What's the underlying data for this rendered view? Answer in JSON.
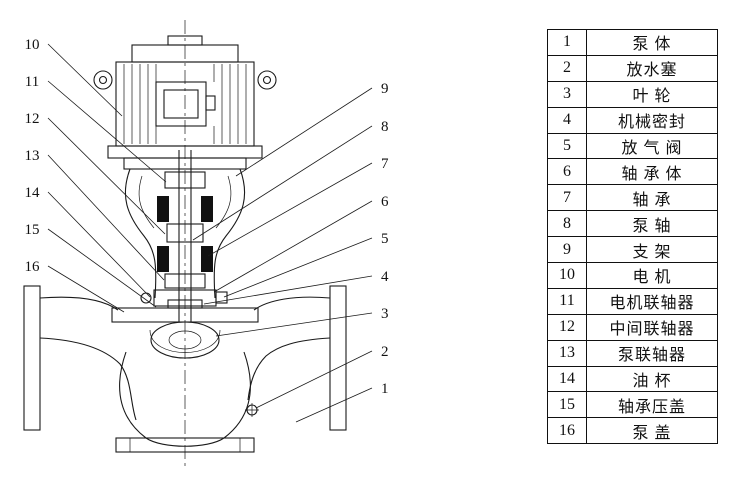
{
  "diagram": {
    "title": "vertical-inline-pump-cross-section",
    "callouts_left": [
      "10",
      "11",
      "12",
      "13",
      "14",
      "15",
      "16"
    ],
    "callouts_right": [
      "9",
      "8",
      "7",
      "6",
      "5",
      "4",
      "3",
      "2",
      "1"
    ]
  },
  "parts_table": {
    "rows": [
      {
        "no": "1",
        "name": "泵 体"
      },
      {
        "no": "2",
        "name": "放水塞"
      },
      {
        "no": "3",
        "name": "叶 轮"
      },
      {
        "no": "4",
        "name": "机械密封"
      },
      {
        "no": "5",
        "name": "放 气 阀"
      },
      {
        "no": "6",
        "name": "轴 承 体"
      },
      {
        "no": "7",
        "name": "轴 承"
      },
      {
        "no": "8",
        "name": "泵 轴"
      },
      {
        "no": "9",
        "name": "支 架"
      },
      {
        "no": "10",
        "name": "电 机"
      },
      {
        "no": "11",
        "name": "电机联轴器"
      },
      {
        "no": "12",
        "name": "中间联轴器"
      },
      {
        "no": "13",
        "name": "泵联轴器"
      },
      {
        "no": "14",
        "name": "油 杯"
      },
      {
        "no": "15",
        "name": "轴承压盖"
      },
      {
        "no": "16",
        "name": "泵 盖"
      }
    ]
  }
}
